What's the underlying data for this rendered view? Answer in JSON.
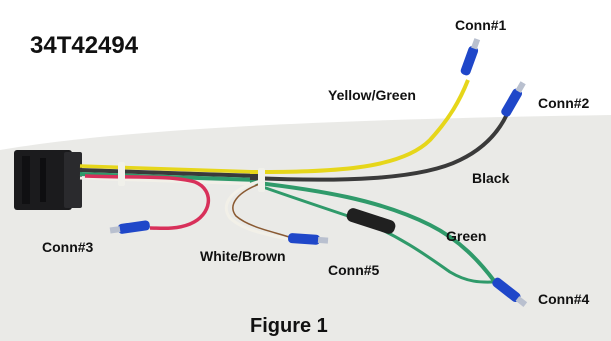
{
  "labels": {
    "part_number": "34T42494",
    "conn1": "Conn#1",
    "conn2": "Conn#2",
    "conn3": "Conn#3",
    "conn4": "Conn#4",
    "conn5": "Conn#5",
    "wire_yellow_green": "Yellow/Green",
    "wire_black": "Black",
    "wire_green": "Green",
    "wire_white_brown": "White/Brown",
    "figure_caption": "Figure 1"
  },
  "colors": {
    "background": "#ffffff",
    "table_surface": "#d8d8d3",
    "connector_housing": "#1b1b1d",
    "wire_yellow": "#e6d61a",
    "wire_black": "#3a3a3a",
    "wire_green": "#2f9a6a",
    "wire_red": "#d8305a",
    "wire_white": "#f2f0e8",
    "wire_brown": "#8a5a32",
    "terminal_blue": "#1f47c9",
    "fuse_holder": "#202020"
  }
}
